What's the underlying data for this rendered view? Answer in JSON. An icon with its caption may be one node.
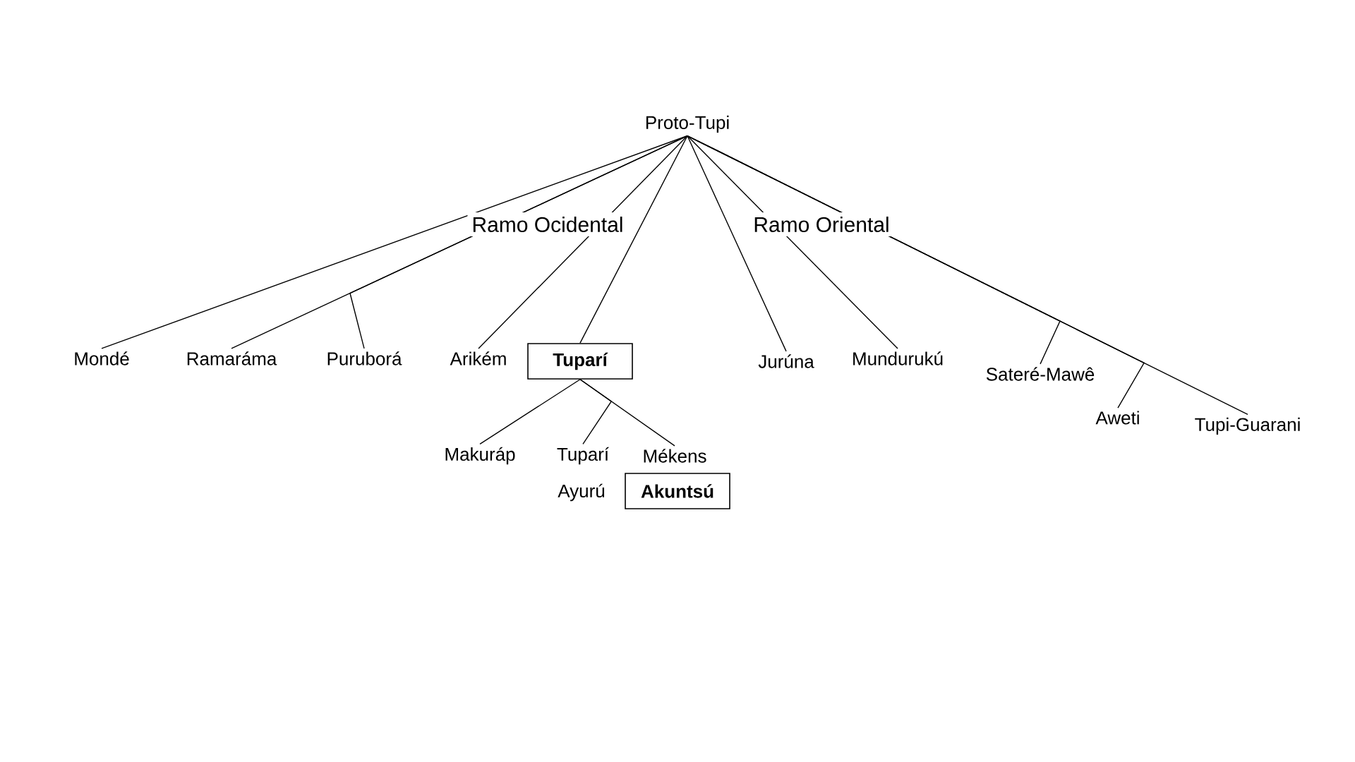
{
  "diagram": {
    "nodes": [
      {
        "text": [
          "Proto-Tupi"
        ]
      },
      {
        "text": [
          "Mondé"
        ]
      },
      {
        "text": [
          "Ramaráma"
        ]
      },
      {
        "text": [
          "Puruborá"
        ]
      },
      {
        "text": [
          "Arikém"
        ]
      },
      {
        "text": [
          "Tuparí"
        ]
      },
      {
        "text": [
          "Jurúna"
        ]
      },
      {
        "text": [
          "Mundurukú"
        ]
      },
      {
        "text": [
          "Sateré-Mawê"
        ]
      },
      {
        "text": [
          "Aweti"
        ]
      },
      {
        "text": [
          "Tupi-Guarani"
        ]
      },
      {
        "text": [
          "Makuráp"
        ]
      },
      {
        "text": [
          "Tuparí"
        ]
      },
      {
        "text": [
          "Mékens"
        ]
      },
      {
        "text": [
          "Akuntsú"
        ]
      }
    ],
    "edges": [
      {
        "from": 0,
        "to": 1,
        "arrow": "none"
      },
      {
        "from": 0,
        "to": 2,
        "arrow": "none"
      },
      {
        "from": 0,
        "to": 3,
        "arrow": "none"
      },
      {
        "from": 0,
        "to": 4,
        "arrow": "none"
      },
      {
        "from": 0,
        "to": 5,
        "arrow": "none"
      },
      {
        "from": 0,
        "to": 6,
        "arrow": "none"
      },
      {
        "from": 0,
        "to": 7,
        "arrow": "none"
      },
      {
        "from": 0,
        "to": 8,
        "arrow": "none"
      },
      {
        "from": 0,
        "to": 9,
        "arrow": "none"
      },
      {
        "from": 0,
        "to": 10,
        "arrow": "none"
      },
      {
        "from": 5,
        "to": 11,
        "arrow": "none"
      },
      {
        "from": 5,
        "to": 12,
        "arrow": "none"
      },
      {
        "from": 5,
        "to": 13,
        "arrow": "none"
      }
    ],
    "labels": [
      "Ramo Ocidental",
      "Ramo Oriental",
      "Ayurú"
    ]
  }
}
